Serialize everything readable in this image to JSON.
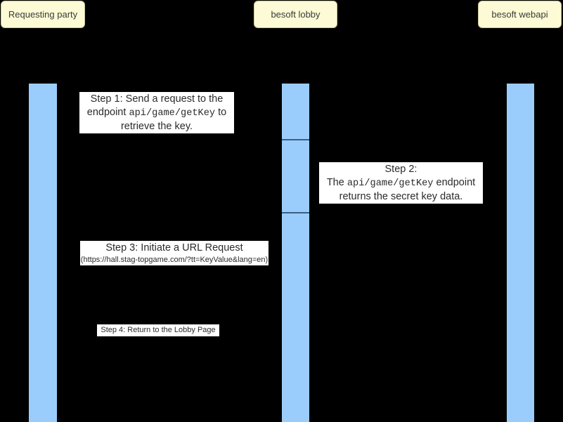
{
  "diagram": {
    "type": "sequence-diagram",
    "background_color": "#000000",
    "participant_fill": "#FCFBD5",
    "activation_fill": "#9BCDFC",
    "note_fill": "#FFFFFF",
    "note_text_color": "#2b2b2b"
  },
  "participants": [
    {
      "id": "requesting-party",
      "label": "Requesting party"
    },
    {
      "id": "besoft-lobby",
      "label": "besoft lobby"
    },
    {
      "id": "besoft-webapi",
      "label": "besoft\nwebapi",
      "line1": "besoft",
      "line2": "webapi"
    }
  ],
  "messages": [
    {
      "id": "step-1",
      "from": "requesting-party",
      "to": "besoft-lobby",
      "line1": "Step 1: Send a request to the",
      "line2_pre": "endpoint",
      "line2_code": "api/game/getKey",
      "line2_post": "to",
      "line3": "retrieve the key."
    },
    {
      "id": "step-2",
      "from": "besoft-lobby",
      "to": "besoft-webapi",
      "line1": "Step 2:",
      "line2_pre": "The",
      "line2_code": "api/game/getKey",
      "line2_post": "endpoint",
      "line3": "returns the secret key data."
    },
    {
      "id": "step-3",
      "from": "requesting-party",
      "to": "besoft-lobby",
      "line1": "Step 3: Initiate a URL Request",
      "line2": "(https://hall.stag-topgame.com/?tt=KeyValue&lang=en)"
    },
    {
      "id": "step-4",
      "from": "besoft-lobby",
      "to": "requesting-party",
      "line1": "Step 4: Return to the Lobby Page"
    }
  ],
  "activations": [
    {
      "id": "activation-requesting-party",
      "participant": "requesting-party"
    },
    {
      "id": "activation-besoft-lobby-1",
      "participant": "besoft-lobby"
    },
    {
      "id": "activation-besoft-lobby-2",
      "participant": "besoft-lobby"
    },
    {
      "id": "activation-besoft-lobby-3",
      "participant": "besoft-lobby"
    },
    {
      "id": "activation-besoft-webapi",
      "participant": "besoft-webapi"
    }
  ]
}
